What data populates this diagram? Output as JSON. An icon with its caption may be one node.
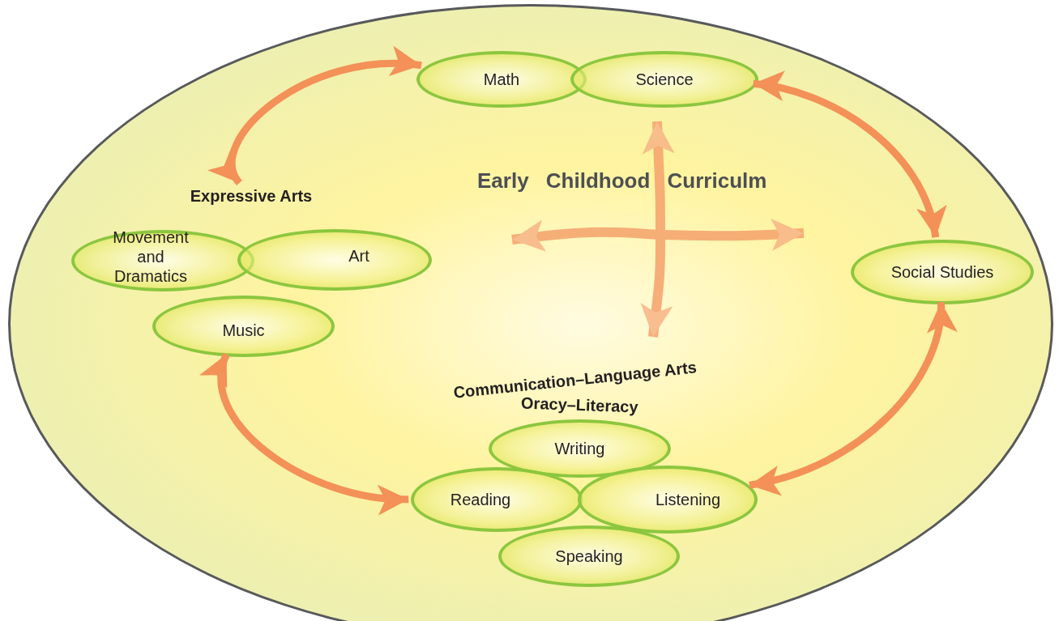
{
  "diagram": {
    "nodes": [
      {
        "text": [
          "Early Childhood Curriculm"
        ]
      },
      {
        "text": [
          "Math"
        ],
        "in": 0
      },
      {
        "text": [
          "Science"
        ],
        "in": 0
      },
      {
        "text": [
          "Expressive Arts"
        ],
        "in": 0
      },
      {
        "text": [
          "Movement and Dramatics"
        ],
        "in": 0
      },
      {
        "text": [
          "Art"
        ],
        "in": 0
      },
      {
        "text": [
          "Music"
        ],
        "in": 0
      },
      {
        "text": [
          "Social Studies"
        ],
        "in": 0
      },
      {
        "text": [
          "Writing"
        ],
        "in": 0
      },
      {
        "text": [
          "Reading"
        ],
        "in": 0
      },
      {
        "text": [
          "Listening"
        ],
        "in": 0
      },
      {
        "text": [
          "Speaking"
        ],
        "in": 0
      }
    ],
    "edges": [
      {
        "from": 3,
        "to": 1,
        "arrow": "both"
      },
      {
        "from": 2,
        "to": 7,
        "arrow": "both"
      },
      {
        "from": 7,
        "to": 10,
        "arrow": "both"
      },
      {
        "from": 6,
        "to": 9,
        "arrow": "both"
      }
    ],
    "labels": [
      "Communication–Language Arts",
      "Oracy–Literacy"
    ]
  }
}
